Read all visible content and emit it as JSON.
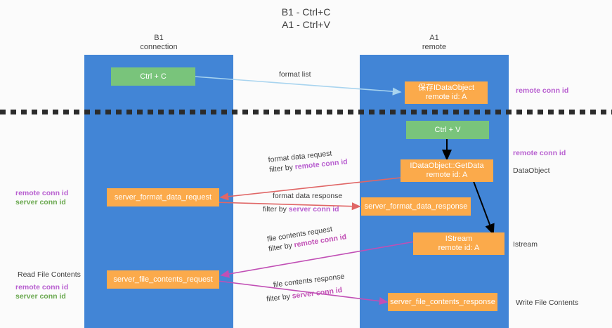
{
  "title": {
    "line1": "B1 - Ctrl+C",
    "line2": "A1 - Ctrl+V"
  },
  "columns": [
    {
      "name": "B1",
      "role": "connection"
    },
    {
      "name": "A1",
      "role": "remote"
    }
  ],
  "colors": {
    "lane": "#4285d6",
    "green_node": "#79c47b",
    "orange_node": "#fbaa4b",
    "purple_text": "#b85fd0",
    "green_text": "#6aa84f",
    "arrow_blue": "#a8d4ef",
    "arrow_red": "#e06666",
    "arrow_magenta": "#c14fb5",
    "arrow_black": "#000000",
    "divider": "#2b2b2b",
    "background": "#fbfbfb"
  },
  "nodes": {
    "ctrl_c": "Ctrl + C",
    "save_idataobject_l1": "保存IDataObject",
    "save_idataobject_l2": "remote id: A",
    "ctrl_v": "Ctrl + V",
    "getdata_l1": "IDataObject::GetData",
    "getdata_l2": "remote id: A",
    "server_format_data_request": "server_format_data_request",
    "server_format_data_response": "server_format_data_response",
    "istream_l1": "IStream",
    "istream_l2": "remote id: A",
    "server_file_contents_request": "server_file_contents_request",
    "server_file_contents_response": "server_file_contents_response"
  },
  "edge_labels": {
    "format_list": "format list",
    "format_data_request": "format data request",
    "format_data_request_filter_prefix": "filter by ",
    "format_data_request_filter_key": "remote conn id",
    "format_data_response": "format data response",
    "format_data_response_filter_prefix": "filter by ",
    "format_data_response_filter_key": "server conn id",
    "file_contents_request": "file contents request",
    "file_contents_request_filter_prefix": "filter by ",
    "file_contents_request_filter_key": "remote conn id",
    "file_contents_response": "file contents response",
    "file_contents_response_filter_prefix": "filter by ",
    "file_contents_response_filter_key": "server conn id"
  },
  "annotations": {
    "right_remote_conn_id_top": "remote conn id",
    "right_remote_conn_id_mid": "remote conn id",
    "right_dataobject": "DataObject",
    "right_istream": "Istream",
    "right_write_file_contents": "Write File Contents",
    "left_remote_conn_id": "remote conn id",
    "left_server_conn_id": "server conn id",
    "left_read_file_contents": "Read File Contents",
    "left_remote_conn_id_2": "remote conn id",
    "left_server_conn_id_2": "server conn id"
  }
}
